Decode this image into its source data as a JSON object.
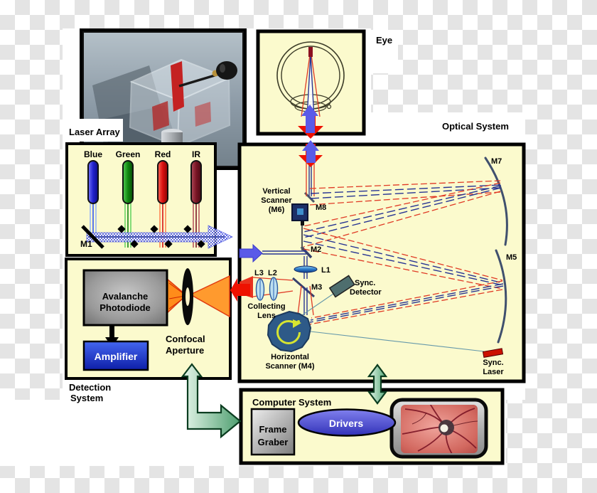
{
  "photo": {
    "label": "Laser Array"
  },
  "eye_box": {
    "label": "Eye"
  },
  "laser_array": {
    "lasers": [
      {
        "name": "Blue"
      },
      {
        "name": "Green"
      },
      {
        "name": "Red"
      },
      {
        "name": "IR"
      }
    ],
    "m1": "M1"
  },
  "optical_system": {
    "title": "Optical System",
    "vertical_scanner_l1": "Vertical",
    "vertical_scanner_l2": "Scanner",
    "vertical_scanner_l3": "(M6)",
    "m8": "M8",
    "m7": "M7",
    "m5": "M5",
    "m2": "M2",
    "m3": "M3",
    "l1": "L1",
    "l2": "L2",
    "l3": "L3",
    "sync_detector_l1": "Sync.",
    "sync_detector_l2": "Detector",
    "collecting_l1": "Collecting",
    "collecting_l2": "Lens",
    "horizontal_scanner_l1": "Horizontal",
    "horizontal_scanner_l2": "Scanner (M4)",
    "sync_laser_l1": "Sync.",
    "sync_laser_l2": "Laser"
  },
  "detection_system": {
    "label_l1": "Detection",
    "label_l2": "System",
    "apd_l1": "Avalanche",
    "apd_l2": "Photodiode",
    "amplifier": "Amplifier",
    "confocal_l1": "Confocal",
    "confocal_l2": "Aperture"
  },
  "computer_system": {
    "title": "Computer System",
    "frame_grabber_l1": "Frame",
    "frame_grabber_l2": "Graber",
    "drivers": "Drivers"
  },
  "colors": {
    "panel_fill": "#FBFACD",
    "beam_red": "#E03A25",
    "beam_navy": "#283593",
    "arrow_blue": "#5A5AE8",
    "arrow_red": "#EE1100",
    "arrow_green": "#55A878"
  }
}
